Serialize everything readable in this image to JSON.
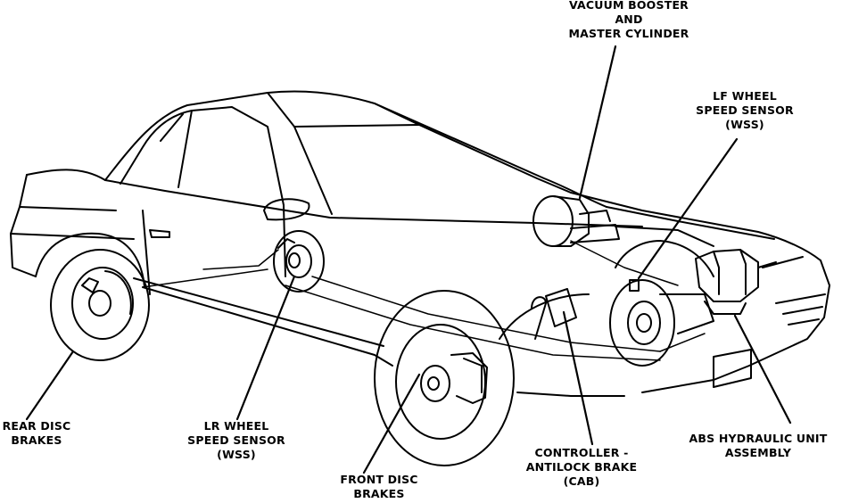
{
  "colors": {
    "ink": "#000000",
    "paper": "#ffffff"
  },
  "labels": {
    "vacuum_booster": [
      "VACUUM BOOSTER",
      "AND",
      "MASTER CYLINDER"
    ],
    "lf_wss": [
      "LF WHEEL",
      "SPEED SENSOR",
      "(WSS)"
    ],
    "rear_disc": [
      "REAR DISC",
      "BRAKES"
    ],
    "lr_wss": [
      "LR WHEEL",
      "SPEED SENSOR",
      "(WSS)"
    ],
    "front_disc": [
      "FRONT DISC",
      "BRAKES"
    ],
    "controller": [
      "CONTROLLER -",
      "ANTILOCK BRAKE",
      "(CAB)"
    ],
    "abs_unit": [
      "ABS HYDRAULIC UNIT",
      "ASSEMBLY"
    ]
  }
}
